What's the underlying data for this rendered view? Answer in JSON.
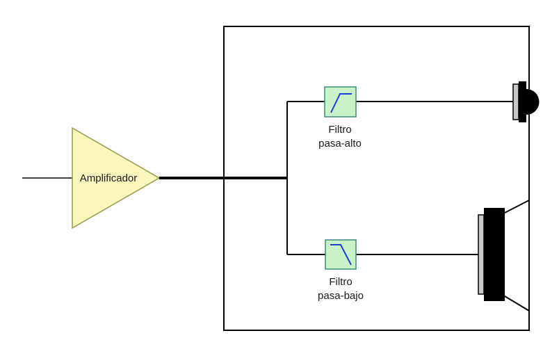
{
  "amplifier": {
    "label": "Amplificador",
    "fill": "#fbf5be",
    "stroke": "#9a9a4a"
  },
  "high_pass_filter": {
    "label_line1": "Filtro",
    "label_line2": "pasa-alto"
  },
  "low_pass_filter": {
    "label_line1": "Filtro",
    "label_line2": "pasa-bajo"
  },
  "colors": {
    "filter_fill": "#c9f2c9",
    "filter_stroke": "#3a8a7a",
    "filter_curve": "#1a3fd6",
    "wire": "#000000",
    "speaker_cone": "#c8c8c8"
  }
}
